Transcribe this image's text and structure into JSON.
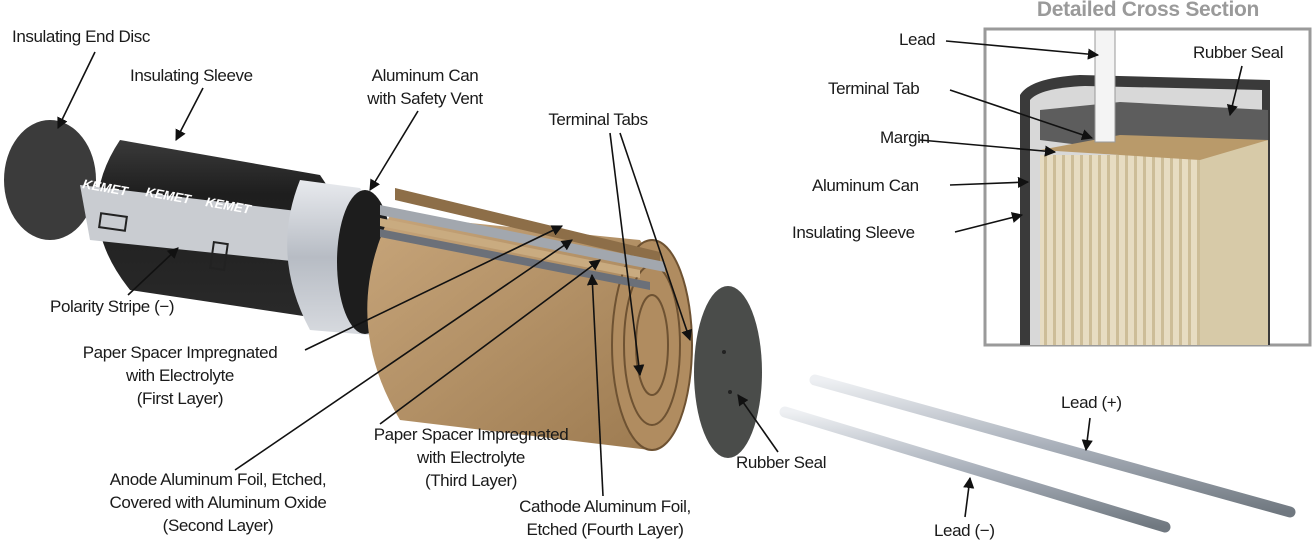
{
  "main_labels": {
    "end_disc": "Insulating End Disc",
    "sleeve": "Insulating Sleeve",
    "can": [
      "Aluminum Can",
      "with Safety Vent"
    ],
    "terminal_tabs": "Terminal Tabs",
    "polarity": "Polarity Stripe (−)",
    "paper_first": [
      "Paper Spacer Impregnated",
      "with Electrolyte",
      "(First Layer)"
    ],
    "anode": [
      "Anode Aluminum Foil, Etched,",
      "Covered with Aluminum Oxide",
      "(Second Layer)"
    ],
    "paper_third": [
      "Paper Spacer Impregnated",
      "with Electrolyte",
      "(Third Layer)"
    ],
    "cathode": [
      "Cathode Aluminum Foil,",
      "Etched (Fourth Layer)"
    ],
    "rubber_seal": "Rubber Seal",
    "lead_pos": "Lead (+)",
    "lead_neg": "Lead (−)"
  },
  "sleeve_brand": "KEMET",
  "cross_section": {
    "title": "Detailed Cross Section",
    "lead": "Lead",
    "rubber_seal": "Rubber Seal",
    "terminal_tab": "Terminal Tab",
    "margin": "Margin",
    "can": "Aluminum Can",
    "sleeve": "Insulating Sleeve"
  }
}
